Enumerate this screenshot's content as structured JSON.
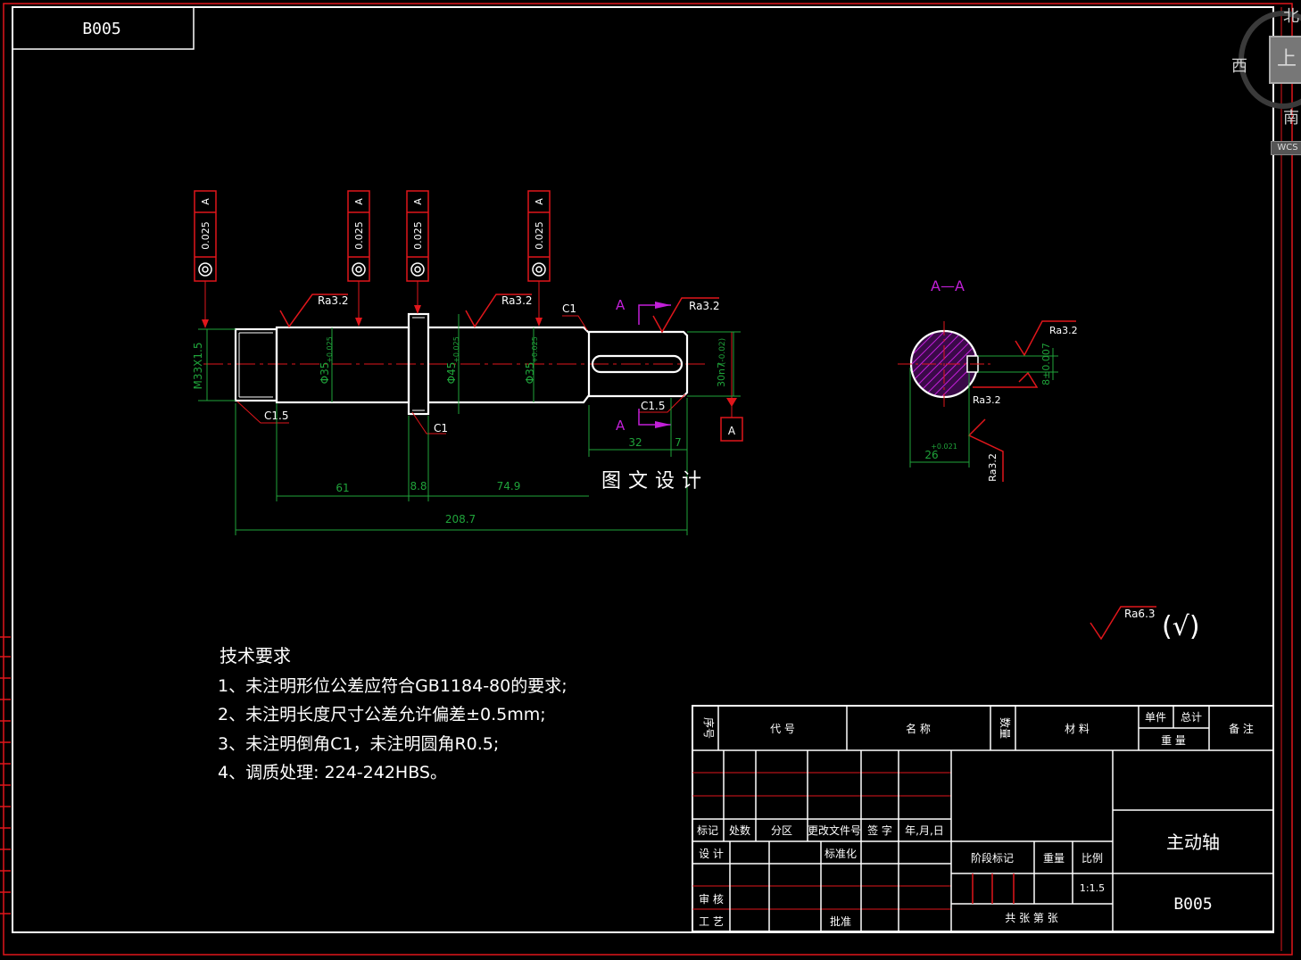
{
  "drawing": {
    "code_box": "B005",
    "watermark": "图文设计",
    "overall_roughness": "Ra6.3",
    "overall_check": "(√)"
  },
  "main_view": {
    "gdt_frames": [
      {
        "datum": "A",
        "tolerance": "0.025"
      },
      {
        "datum": "A",
        "tolerance": "0.025"
      },
      {
        "datum": "A",
        "tolerance": "0.025"
      },
      {
        "datum": "A",
        "tolerance": "0.025"
      }
    ],
    "roughness": [
      "Ra3.2",
      "Ra3.2",
      "Ra3.2"
    ],
    "chamfers": [
      "C1",
      "C1.5",
      "C1",
      "C1.5"
    ],
    "section_marker": "A",
    "datum_label": "A",
    "diameters": [
      "M33X1.5",
      "Φ35",
      "Φ45",
      "Φ35",
      "30n7"
    ],
    "diameter_tols": [
      "+0.025",
      "+0.025",
      "+0.025",
      "(-0.02)"
    ],
    "lengths": [
      "61",
      "8.8",
      "74.9",
      "208.7",
      "32",
      "7"
    ]
  },
  "section_view": {
    "title": "A—A",
    "roughness": [
      "Ra3.2",
      "Ra3.2",
      "Ra3.2"
    ],
    "keyway_width": "8±0.007",
    "depth": "26",
    "depth_tol": "+0.021"
  },
  "tech_notes": {
    "heading": "技术要求",
    "lines": [
      "1、未注明形位公差应符合GB1184-80的要求;",
      "2、未注明长度尺寸公差允许偏差±0.5mm;",
      "3、未注明倒角C1，未注明圆角R0.5;",
      "4、调质处理: 224-242HBS。"
    ]
  },
  "title_block": {
    "parts_header": {
      "seq": "序号",
      "code": "代  号",
      "name": "名  称",
      "qty": "数量",
      "material": "材  料",
      "unit": "单件",
      "total": "总计",
      "weight": "重  量",
      "remark": "备 注"
    },
    "revision_header": [
      "标记",
      "处数",
      "分区",
      "更改文件号",
      "签 字",
      "年,月,日"
    ],
    "signatures": {
      "design": "设 计",
      "standard": "标准化",
      "review": "审 核",
      "process": "工 艺",
      "approve": "批准"
    },
    "stage_mark": "阶段标记",
    "weight_label": "重量",
    "scale_label": "比例",
    "scale_value": "1:1.5",
    "sheets": "共   张 第   张",
    "part_name": "主动轴",
    "drawing_no": "B005"
  },
  "viewcube": {
    "north": "北",
    "south": "南",
    "west": "西",
    "face": "上",
    "wcs": "WCS"
  },
  "colors": {
    "outline": "#ffffff",
    "dimension": "#1fa33a",
    "annotation_red": "#e0161b",
    "section_magenta": "#c21fd8",
    "background": "#000000"
  }
}
